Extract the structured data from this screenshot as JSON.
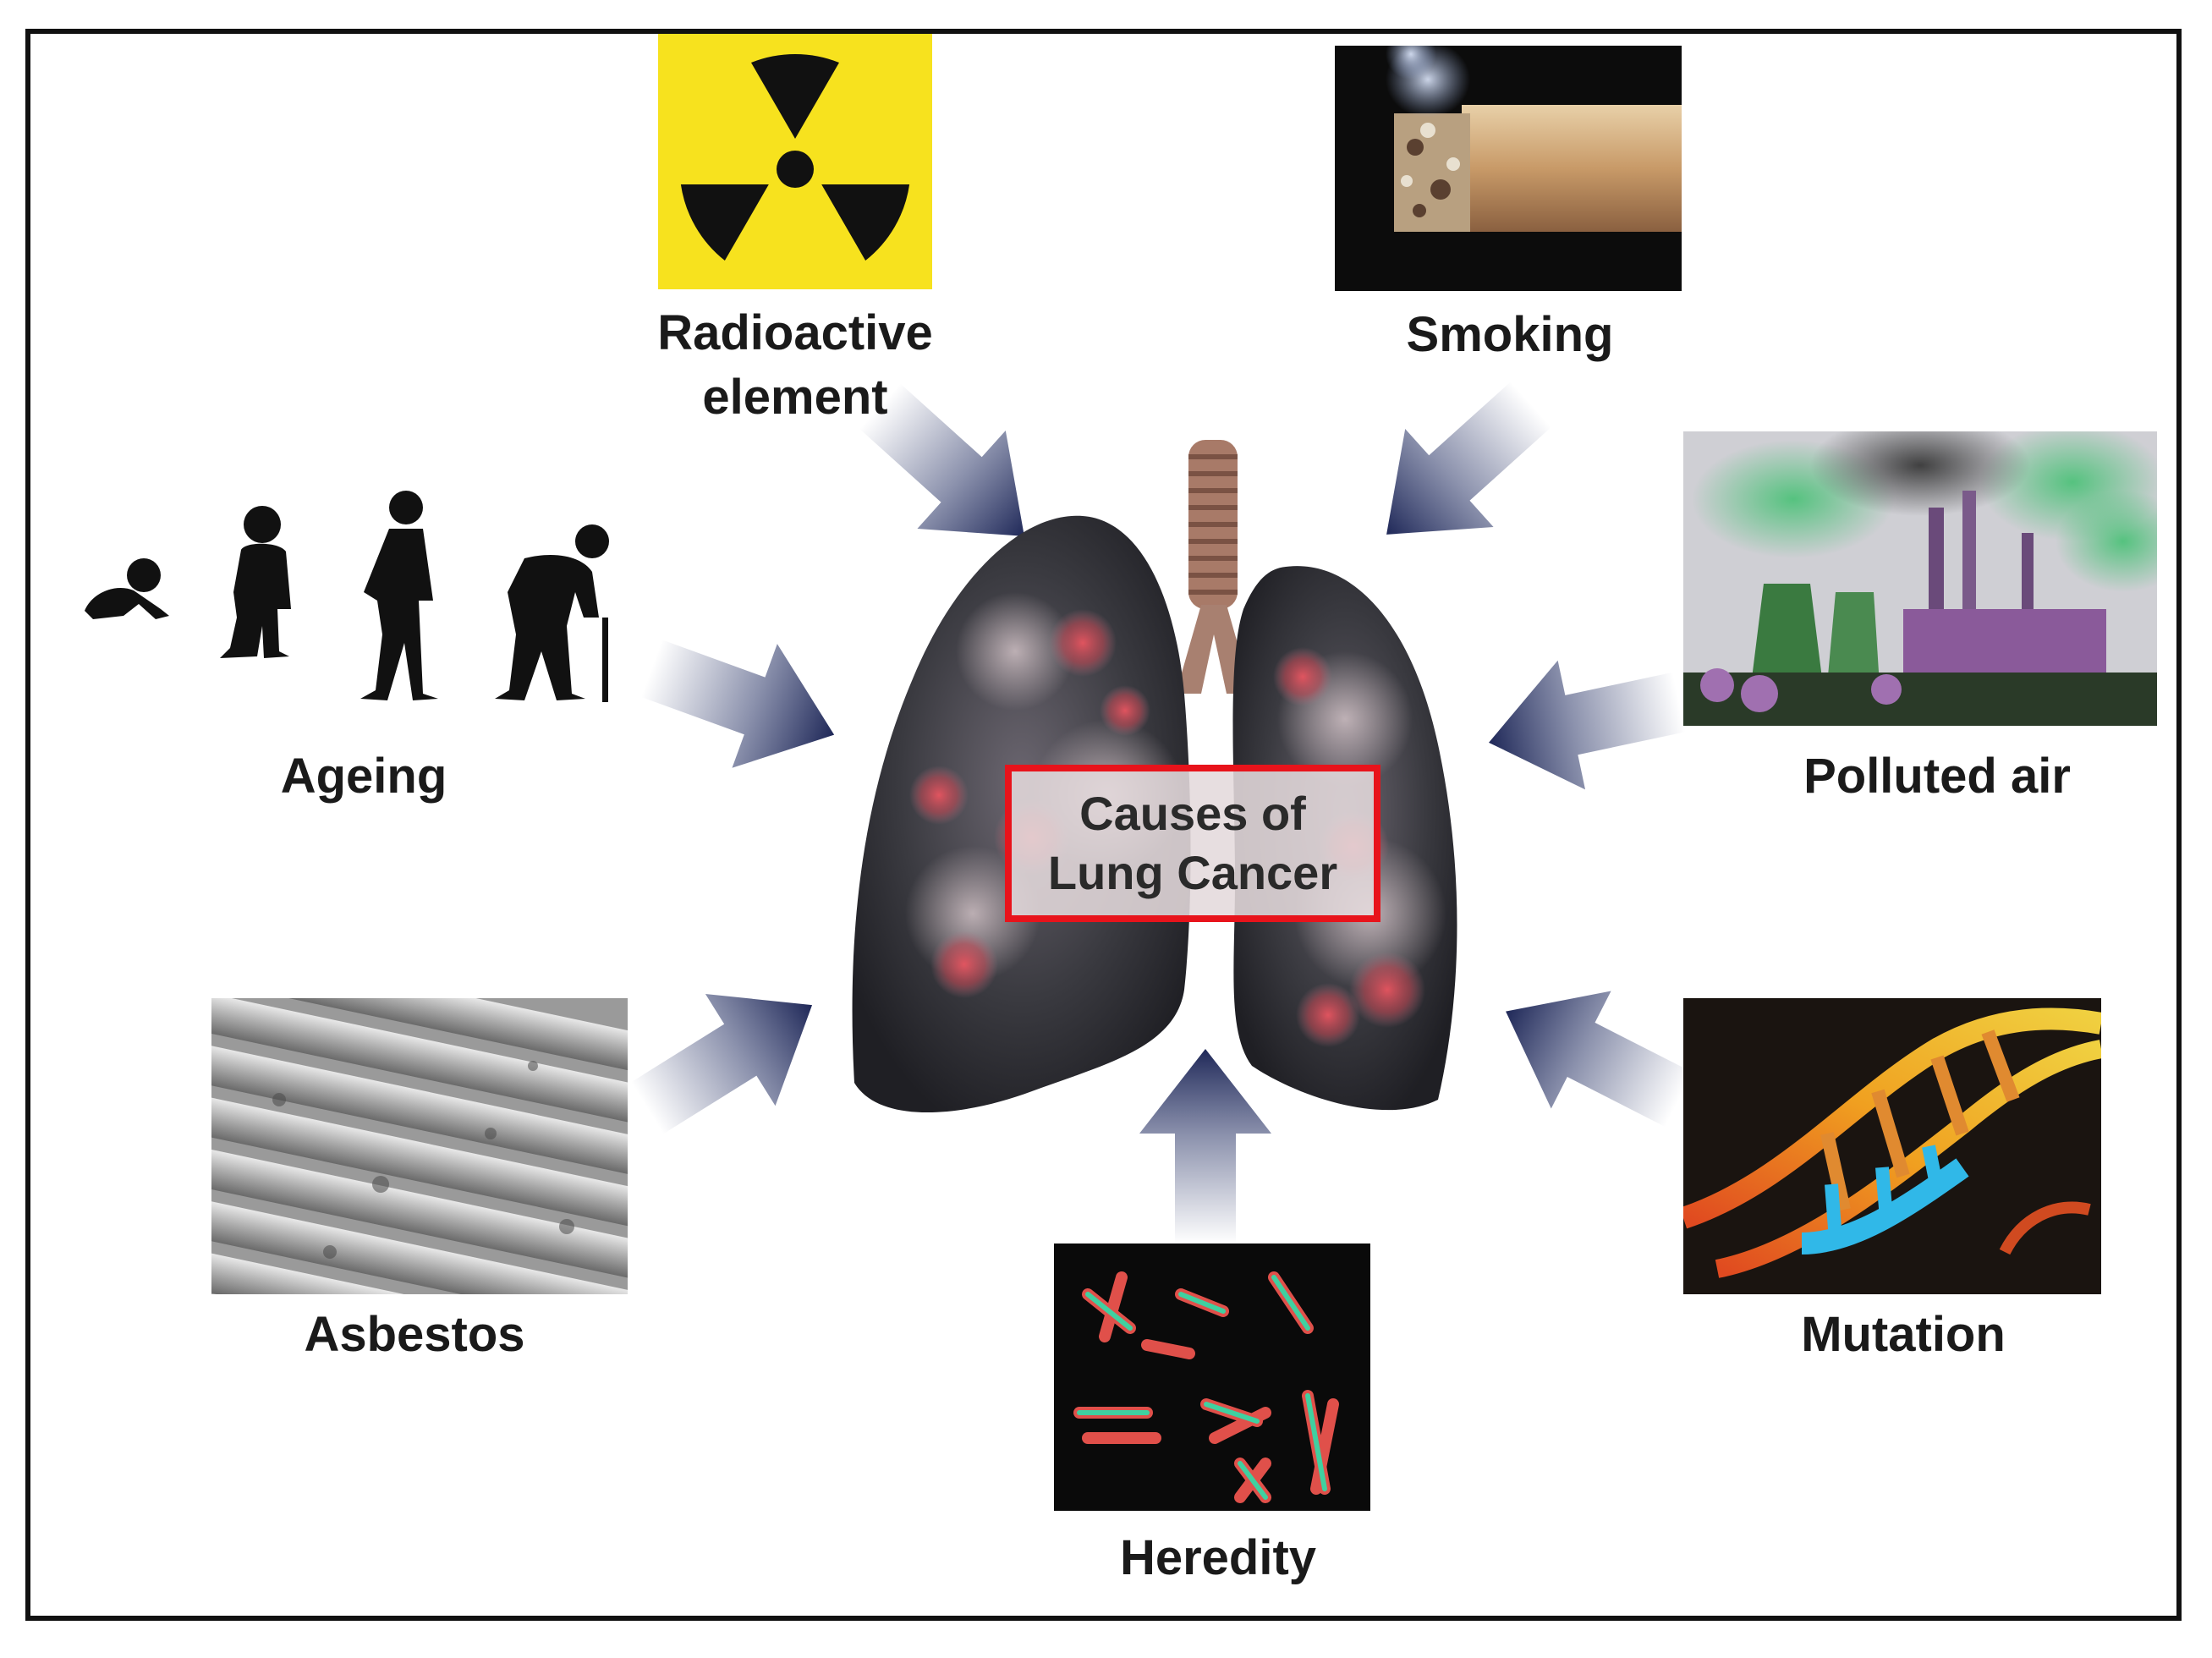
{
  "center": {
    "line1": "Causes of",
    "line2": "Lung Cancer"
  },
  "causes": {
    "radioactive": {
      "line1": "Radioactive",
      "line2": "element",
      "icon": "radiation-hazard-icon"
    },
    "smoking": {
      "label": "Smoking",
      "icon": "cigarette-icon"
    },
    "ageing": {
      "label": "Ageing",
      "icon": "ageing-silhouettes-icon"
    },
    "polluted_air": {
      "label": "Polluted air",
      "icon": "factory-smoke-icon"
    },
    "asbestos": {
      "label": "Asbestos",
      "icon": "asbestos-roof-icon"
    },
    "mutation": {
      "label": "Mutation",
      "icon": "dna-helix-icon"
    },
    "heredity": {
      "label": "Heredity",
      "icon": "chromosomes-icon"
    }
  },
  "colors": {
    "frame": "#111111",
    "center_border": "#e8131b",
    "arrow": "#2f3a6b",
    "radiation_bg": "#f7e21e",
    "lung_dark": "#3a3a40",
    "lung_spot": "#d6404a"
  }
}
